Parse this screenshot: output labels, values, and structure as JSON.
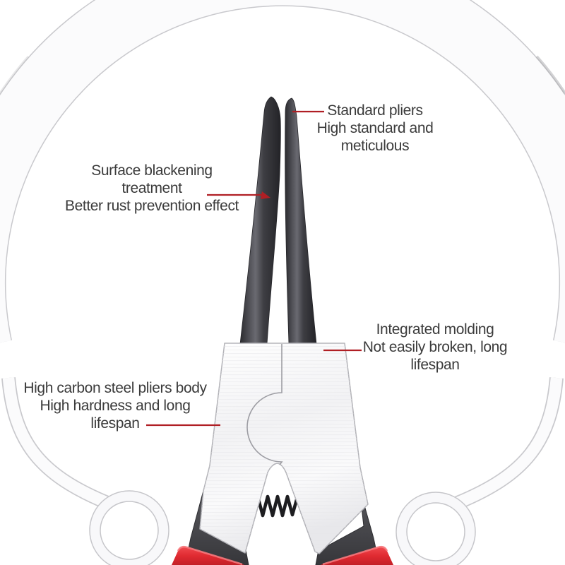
{
  "annotations": [
    {
      "id": "standard-pliers",
      "lines": [
        "Standard pliers",
        "High standard and",
        "meticulous"
      ]
    },
    {
      "id": "surface-blackening",
      "lines": [
        "Surface blackening",
        "treatment",
        "Better rust prevention effect"
      ]
    },
    {
      "id": "integrated-molding",
      "lines": [
        "Integrated molding",
        "Not easily broken, long",
        "lifespan"
      ]
    },
    {
      "id": "high-carbon-steel",
      "lines": [
        "High carbon steel pliers body",
        "High hardness and long",
        "lifespan"
      ]
    }
  ],
  "colors": {
    "annotation_text": "#3b3b3b",
    "leader_line": "#b01f24",
    "handle_red": "#e23238",
    "grip_gray": "#4a4a4e",
    "jaw_dark": "#323236",
    "metal_light": "#f5f5f7",
    "ring_edge": "#c9c9cd",
    "background": "#ffffff"
  }
}
